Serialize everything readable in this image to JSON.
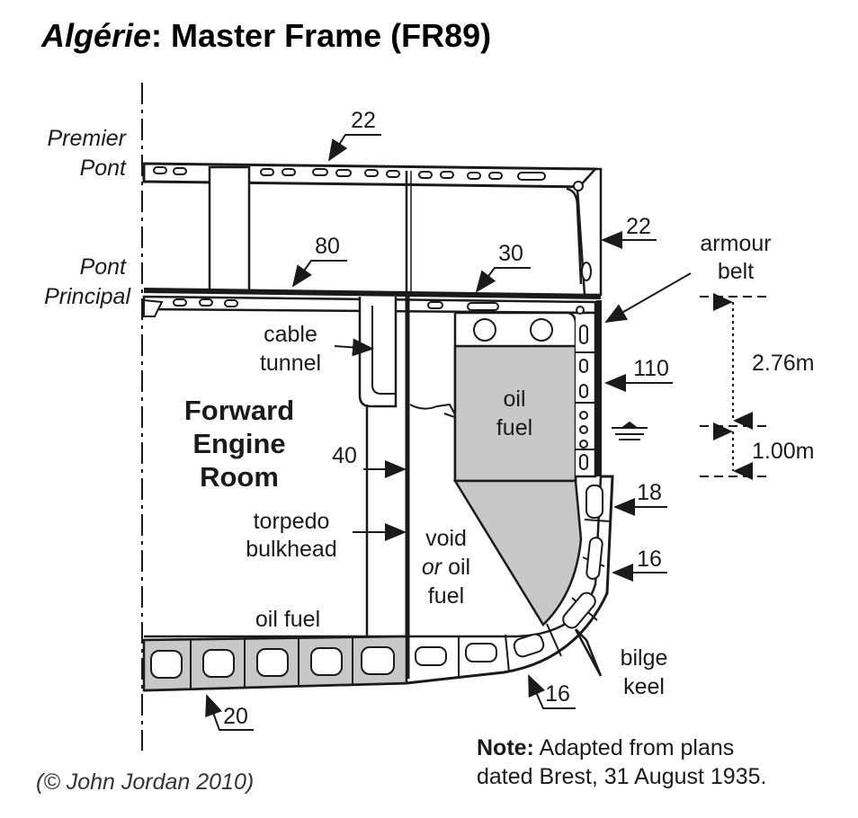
{
  "title": {
    "ship": "Algérie",
    "rest": ": Master Frame (FR89)"
  },
  "decks": {
    "premier_line1": "Premier",
    "premier_line2": "Pont",
    "principal_line1": "Pont",
    "principal_line2": "Principal"
  },
  "labels": {
    "armour_belt_line1": "armour",
    "armour_belt_line2": "belt",
    "cable_tunnel_line1": "cable",
    "cable_tunnel_line2": "tunnel",
    "engine_room_line1": "Forward",
    "engine_room_line2": "Engine",
    "engine_room_line3": "Room",
    "torpedo_line1": "torpedo",
    "torpedo_line2": "bulkhead",
    "oil_fuel_tank_line1": "oil",
    "oil_fuel_tank_line2": "fuel",
    "void_line1": "void",
    "void_or": "or",
    "void_oil": " oil",
    "void_line3": "fuel",
    "oil_fuel_bottom": "oil fuel",
    "bilge_keel_line1": "bilge",
    "bilge_keel_line2": "keel"
  },
  "thickness": {
    "upper_deck": "22",
    "upper_side": "22",
    "main_deck": "80",
    "main_deck_outer": "30",
    "belt": "110",
    "torpedo_bulkhead": "40",
    "side_lower": "18",
    "bilge_side": "16",
    "bottom_curve": "16",
    "bottom": "20"
  },
  "dimensions": {
    "belt_above": "2.76m",
    "belt_below": "1.00m"
  },
  "note": {
    "bold": "Note:",
    "line1": " Adapted from plans",
    "line2": "dated Brest, 31 August 1935."
  },
  "copyright": "(© John Jordan 2010)",
  "colors": {
    "fill_grey": "#c8c8c8",
    "ink": "#1a1a1a"
  }
}
